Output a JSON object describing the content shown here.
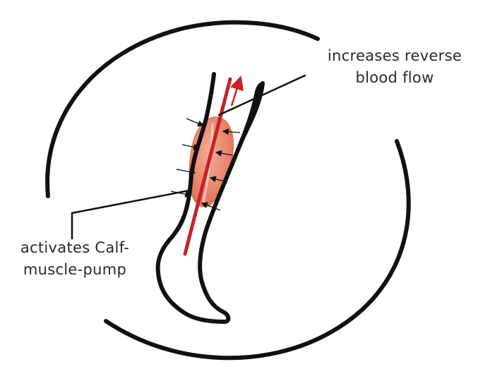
{
  "labels": {
    "reverse_flow": {
      "line1": "increases reverse",
      "line2": "blood flow"
    },
    "calf_pump": {
      "line1": "activates Calf-",
      "line2": "muscle-pump"
    }
  },
  "colors": {
    "outline": "#111111",
    "muscle": "#e8826a",
    "muscle_highlight": "#f2a893",
    "vein": "#c8202a",
    "text": "#2a2a2a"
  }
}
